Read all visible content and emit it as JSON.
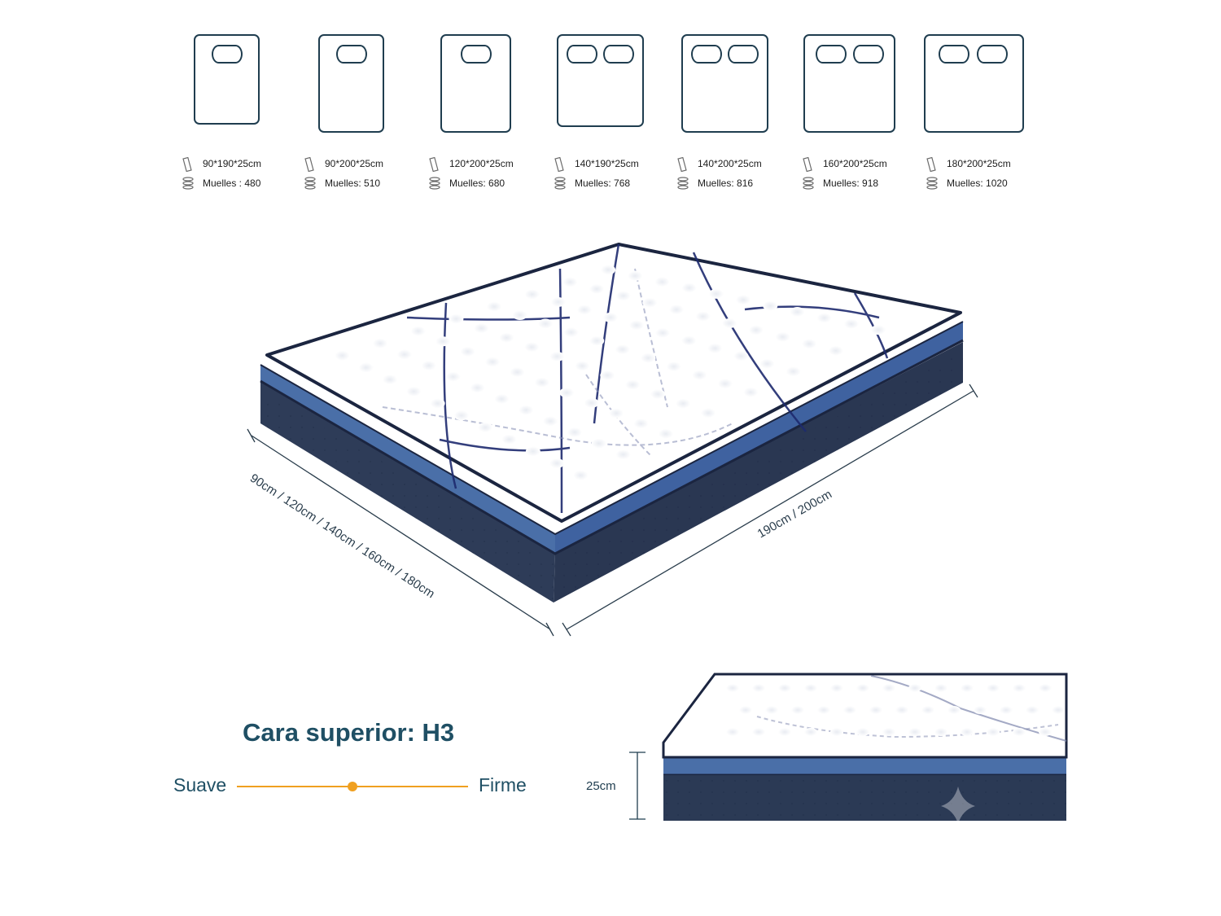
{
  "sizes": [
    {
      "dims": "90*190*25cm",
      "springs": "Muelles : 480",
      "pillows": 1
    },
    {
      "dims": "90*200*25cm",
      "springs": "Muelles: 510",
      "pillows": 1
    },
    {
      "dims": "120*200*25cm",
      "springs": "Muelles: 680",
      "pillows": 1
    },
    {
      "dims": "140*190*25cm",
      "springs": "Muelles: 768",
      "pillows": 2
    },
    {
      "dims": "140*200*25cm",
      "springs": "Muelles: 816",
      "pillows": 2
    },
    {
      "dims": "160*200*25cm",
      "springs": "Muelles: 918",
      "pillows": 2
    },
    {
      "dims": "180*200*25cm",
      "springs": "Muelles: 1020",
      "pillows": 2
    }
  ],
  "diagram": {
    "width_label": "90cm / 120cm / 140cm / 160cm / 180cm",
    "length_label": "190cm / 200cm"
  },
  "firmness": {
    "title": "Cara superior: H3",
    "soft_label": "Suave",
    "firm_label": "Firme",
    "level": 0.5,
    "accent_color": "#f0a020"
  },
  "height": {
    "label": "25cm"
  },
  "colors": {
    "outline": "#1f3d4f",
    "mattress_side": "#2b3a55",
    "mattress_band": "#4a6fa8",
    "heading": "#1f4f64"
  }
}
